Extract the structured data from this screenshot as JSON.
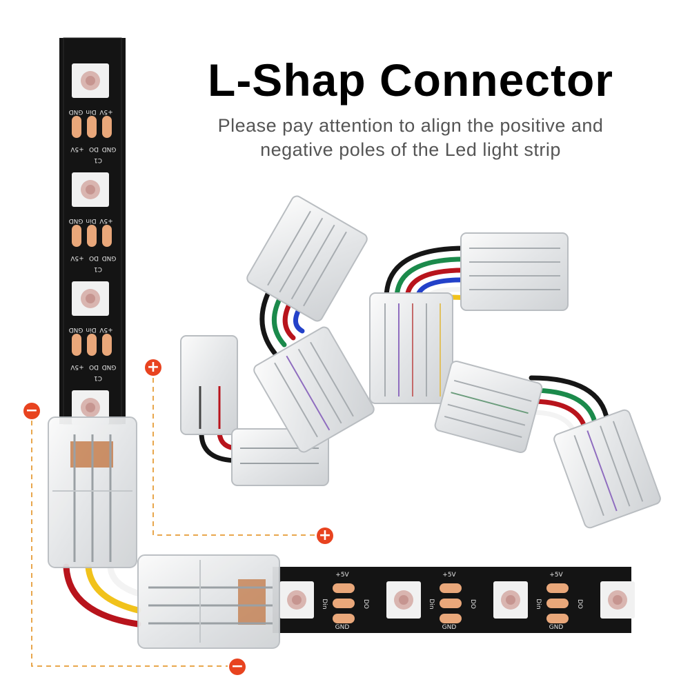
{
  "header": {
    "title": "L-Shap Connector",
    "subtitle_line1": "Please pay attention to align the positive and",
    "subtitle_line2": "negative poles of the Led light strip"
  },
  "polarity": {
    "plus": "+",
    "minus": "−"
  },
  "strip_labels": {
    "gnd": "GND",
    "plus5v": "+5V",
    "din": "Din",
    "do": "DO",
    "c1": "C1"
  },
  "colors": {
    "strip_black": "#141414",
    "pad_copper": "#e9a77a",
    "badge_red": "#e8431f",
    "guide_orange": "#e8a64c",
    "wire_red": "#b8141c",
    "wire_yellow": "#f1c21b",
    "wire_white": "#f3f3f3",
    "wire_black": "#161616",
    "wire_green": "#1b8a4b",
    "wire_blue": "#2341c9"
  }
}
